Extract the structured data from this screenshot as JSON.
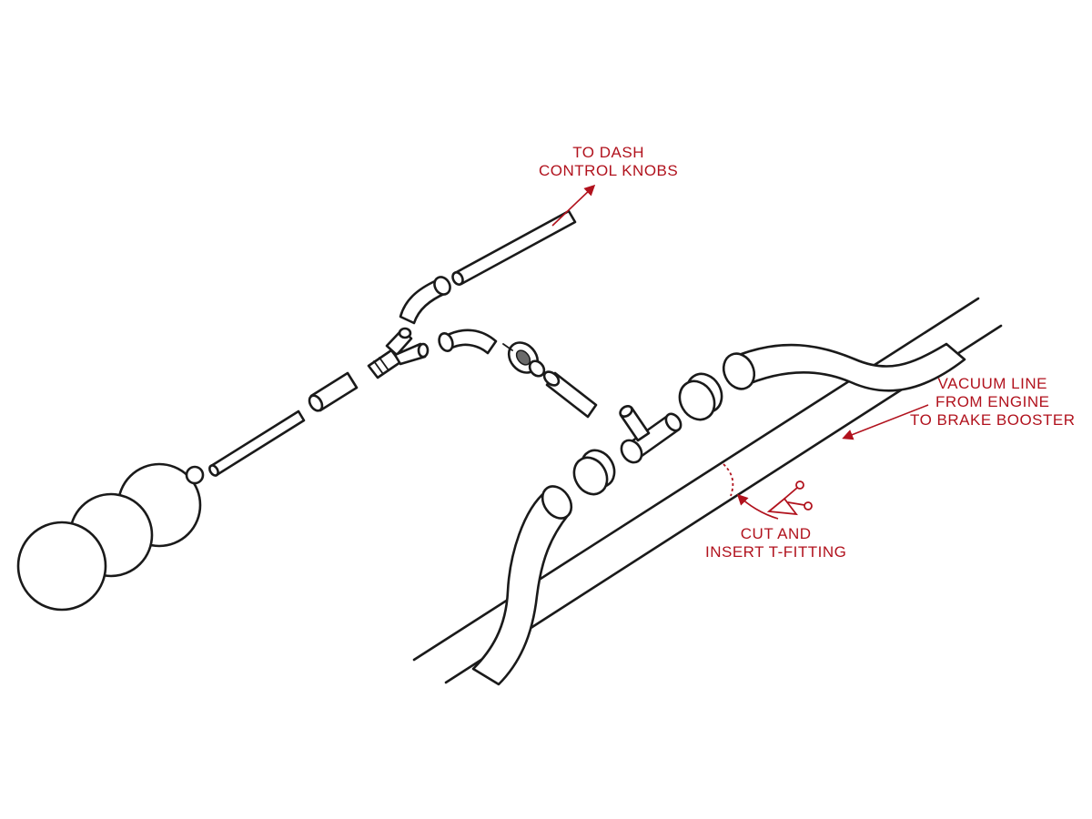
{
  "colors": {
    "line": "#1a1a1a",
    "accent": "#b1121d",
    "background": "#ffffff"
  },
  "labels": {
    "to_dash": {
      "line1": "TO DASH",
      "line2": "CONTROL KNOBS"
    },
    "vacuum_line": {
      "line1": "VACUUM LINE",
      "line2": "FROM ENGINE",
      "line3": "TO BRAKE BOOSTER"
    },
    "cut_insert": {
      "line1": "CUT AND",
      "line2": "INSERT T-FITTING"
    }
  },
  "icons": [
    "scissors-icon",
    "arrow-icon"
  ]
}
